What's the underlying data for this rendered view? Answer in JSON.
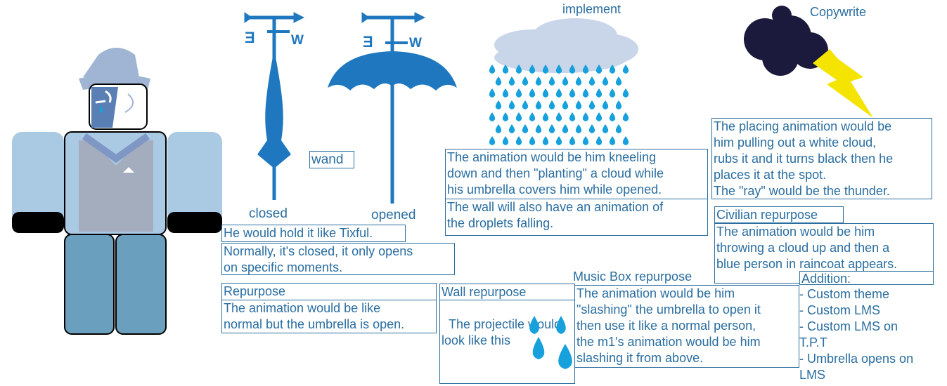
{
  "labels": {
    "closed": "closed",
    "opened": "opened",
    "wand": "wand",
    "implement": "implement",
    "copywrite": "Copywrite",
    "weathervane_letter": "W"
  },
  "notes": {
    "hold": "He would hold it like Tixful.",
    "normally": "Normally, it's closed, it only opens\non specific moments.",
    "repurpose_title": "Repurpose",
    "repurpose_body": "The animation would be like\nnormal but the umbrella is open.",
    "wall_title": "Wall repurpose",
    "wall_body": "The projectile would\nlook like this",
    "implement_body": "The animation would be him kneeling\ndown and then \"planting\" a cloud while\nhis umbrella covers him while opened.",
    "implement_wall": "The wall will also have an animation of\nthe droplets falling.",
    "music_title": "Music Box repurpose",
    "music_body": "The animation would be him\n\"slashing\" the umbrella to open it\nthen use it like a normal person,\nthe m1's animation would be him\nslashing it from above.",
    "copywrite_body": "The placing animation would be\nhim pulling out a white cloud,\nrubs it and it turns black then he\nplaces it at the spot.\nThe \"ray\" would be the thunder.",
    "civilian_title": "Civilian repurpose",
    "civilian_body": "The animation would be him\nthrowing a cloud up and then a\nblue person in raincoat appears.",
    "addition_title": "Addition:",
    "addition_items": "- Custom theme\n- Custom LMS\n- Custom LMS on\nT.P.T\n- Umbrella opens on\nLMS"
  },
  "colors": {
    "accent": "#2a6ea0",
    "umbrella": "#1f78bf",
    "droplet": "#16a0dc",
    "cloud_white": "#c9d6ea",
    "cloud_dark": "#1c1a3c",
    "lightning": "#f5e400",
    "hat": "#9fb5d3",
    "sleeve": "#aac9e3",
    "vest": "#a4adbd",
    "pants": "#6a9fbd",
    "hands": "#000000"
  }
}
